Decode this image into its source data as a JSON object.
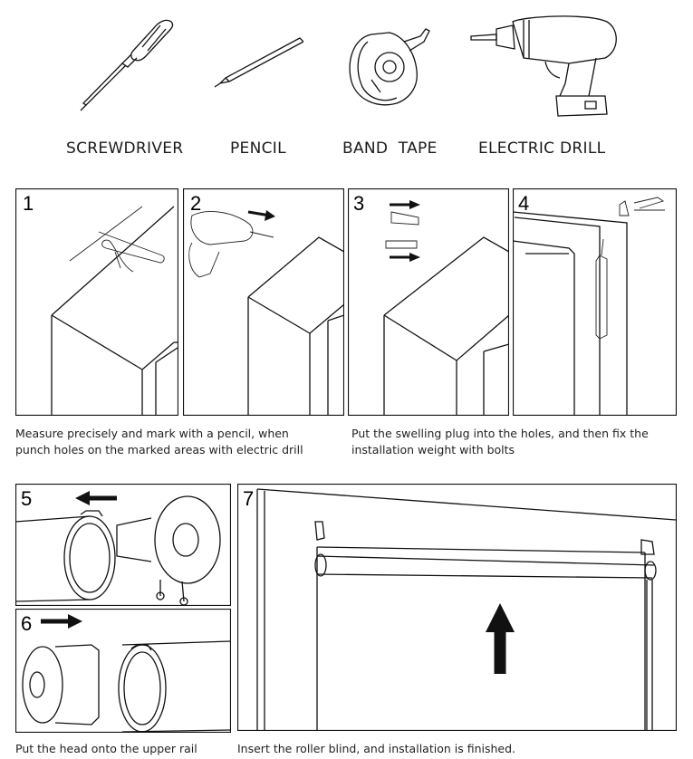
{
  "tools": [
    {
      "label": "SCREWDRIVER",
      "icon": "screwdriver-icon"
    },
    {
      "label": "PENCIL",
      "icon": "pencil-icon"
    },
    {
      "label": "BAND  TAPE",
      "icon": "tape-measure-icon"
    },
    {
      "label": "ELECTRIC DRILL",
      "icon": "electric-drill-icon"
    }
  ],
  "steps": [
    {
      "number": "1"
    },
    {
      "number": "2"
    },
    {
      "number": "3"
    },
    {
      "number": "4"
    },
    {
      "number": "5"
    },
    {
      "number": "6"
    },
    {
      "number": "7"
    }
  ],
  "captions": {
    "steps_1_2": "Measure precisely and mark with a pencil, when punch holes on the marked areas with electric drill",
    "steps_3_4": "Put the swelling plug into the holes, and then fix the installation weight with bolts",
    "steps_5_6": "Put the head onto the upper rail",
    "step_7": "Insert the roller blind, and installation is finished."
  }
}
